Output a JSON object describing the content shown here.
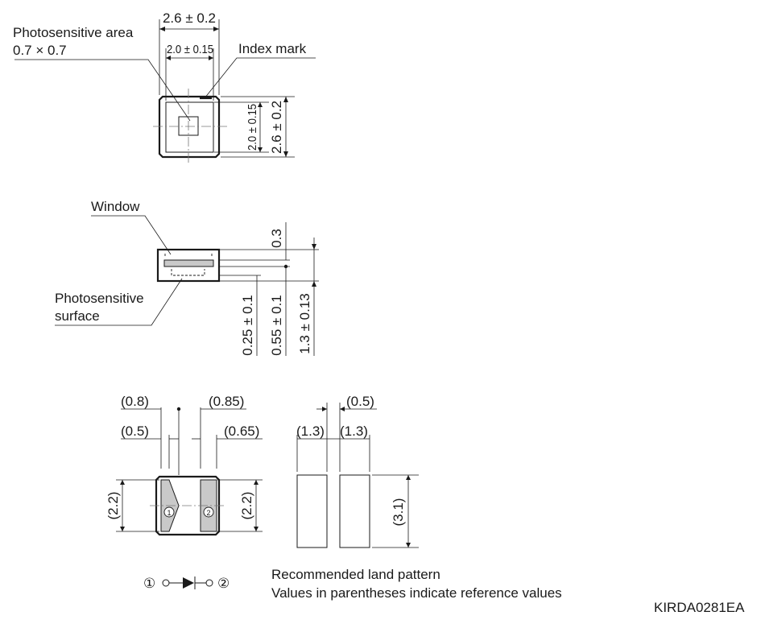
{
  "top_view": {
    "photosensitive_area_label": "Photosensitive area",
    "photosensitive_area_size": "0.7 × 0.7",
    "index_mark_label": "Index mark",
    "width_outer": "2.6 ± 0.2",
    "width_inner": "2.0 ± 0.15",
    "height_inner": "2.0 ± 0.15",
    "height_outer": "2.6 ± 0.2"
  },
  "side_view": {
    "window_label": "Window",
    "photosensitive_surface_label_line1": "Photosensitive",
    "photosensitive_surface_label_line2": "surface",
    "dim_top": "0.3",
    "dim_a": "0.25 ± 0.1",
    "dim_b": "0.55 ± 0.1",
    "dim_c": "1.3 ± 0.13"
  },
  "bottom_view": {
    "dim_08": "(0.8)",
    "dim_085": "(0.85)",
    "dim_05": "(0.5)",
    "dim_065": "(0.65)",
    "dim_left_h": "(2.2)",
    "dim_right_h": "(2.2)",
    "pin1": "①",
    "pin2": "②"
  },
  "land_pattern": {
    "dim_gap": "(0.5)",
    "dim_w1": "(1.3)",
    "dim_w2": "(1.3)",
    "dim_h": "(3.1)"
  },
  "symbol": {
    "pin1": "①",
    "pin2": "②"
  },
  "notes": {
    "line1": "Recommended land pattern",
    "line2": "Values in parentheses indicate reference values"
  },
  "drawing_id": "KIRDA0281EA"
}
